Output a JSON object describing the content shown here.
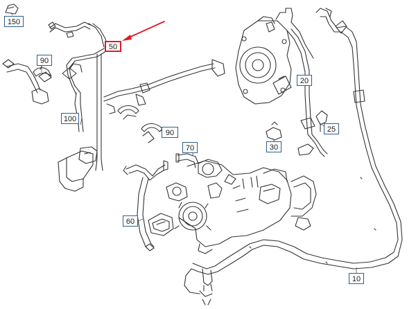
{
  "callouts": {
    "c150": "150",
    "c50": "50",
    "c90a": "90",
    "c90b": "90",
    "c100": "100",
    "c20": "20",
    "c25": "25",
    "c30": "30",
    "c70": "70",
    "c60": "60",
    "c10": "10"
  },
  "highlight": {
    "color": "#e01b24",
    "target": "50"
  },
  "colors": {
    "callout_border": "#2a5d8f",
    "line_art": "#333333"
  }
}
